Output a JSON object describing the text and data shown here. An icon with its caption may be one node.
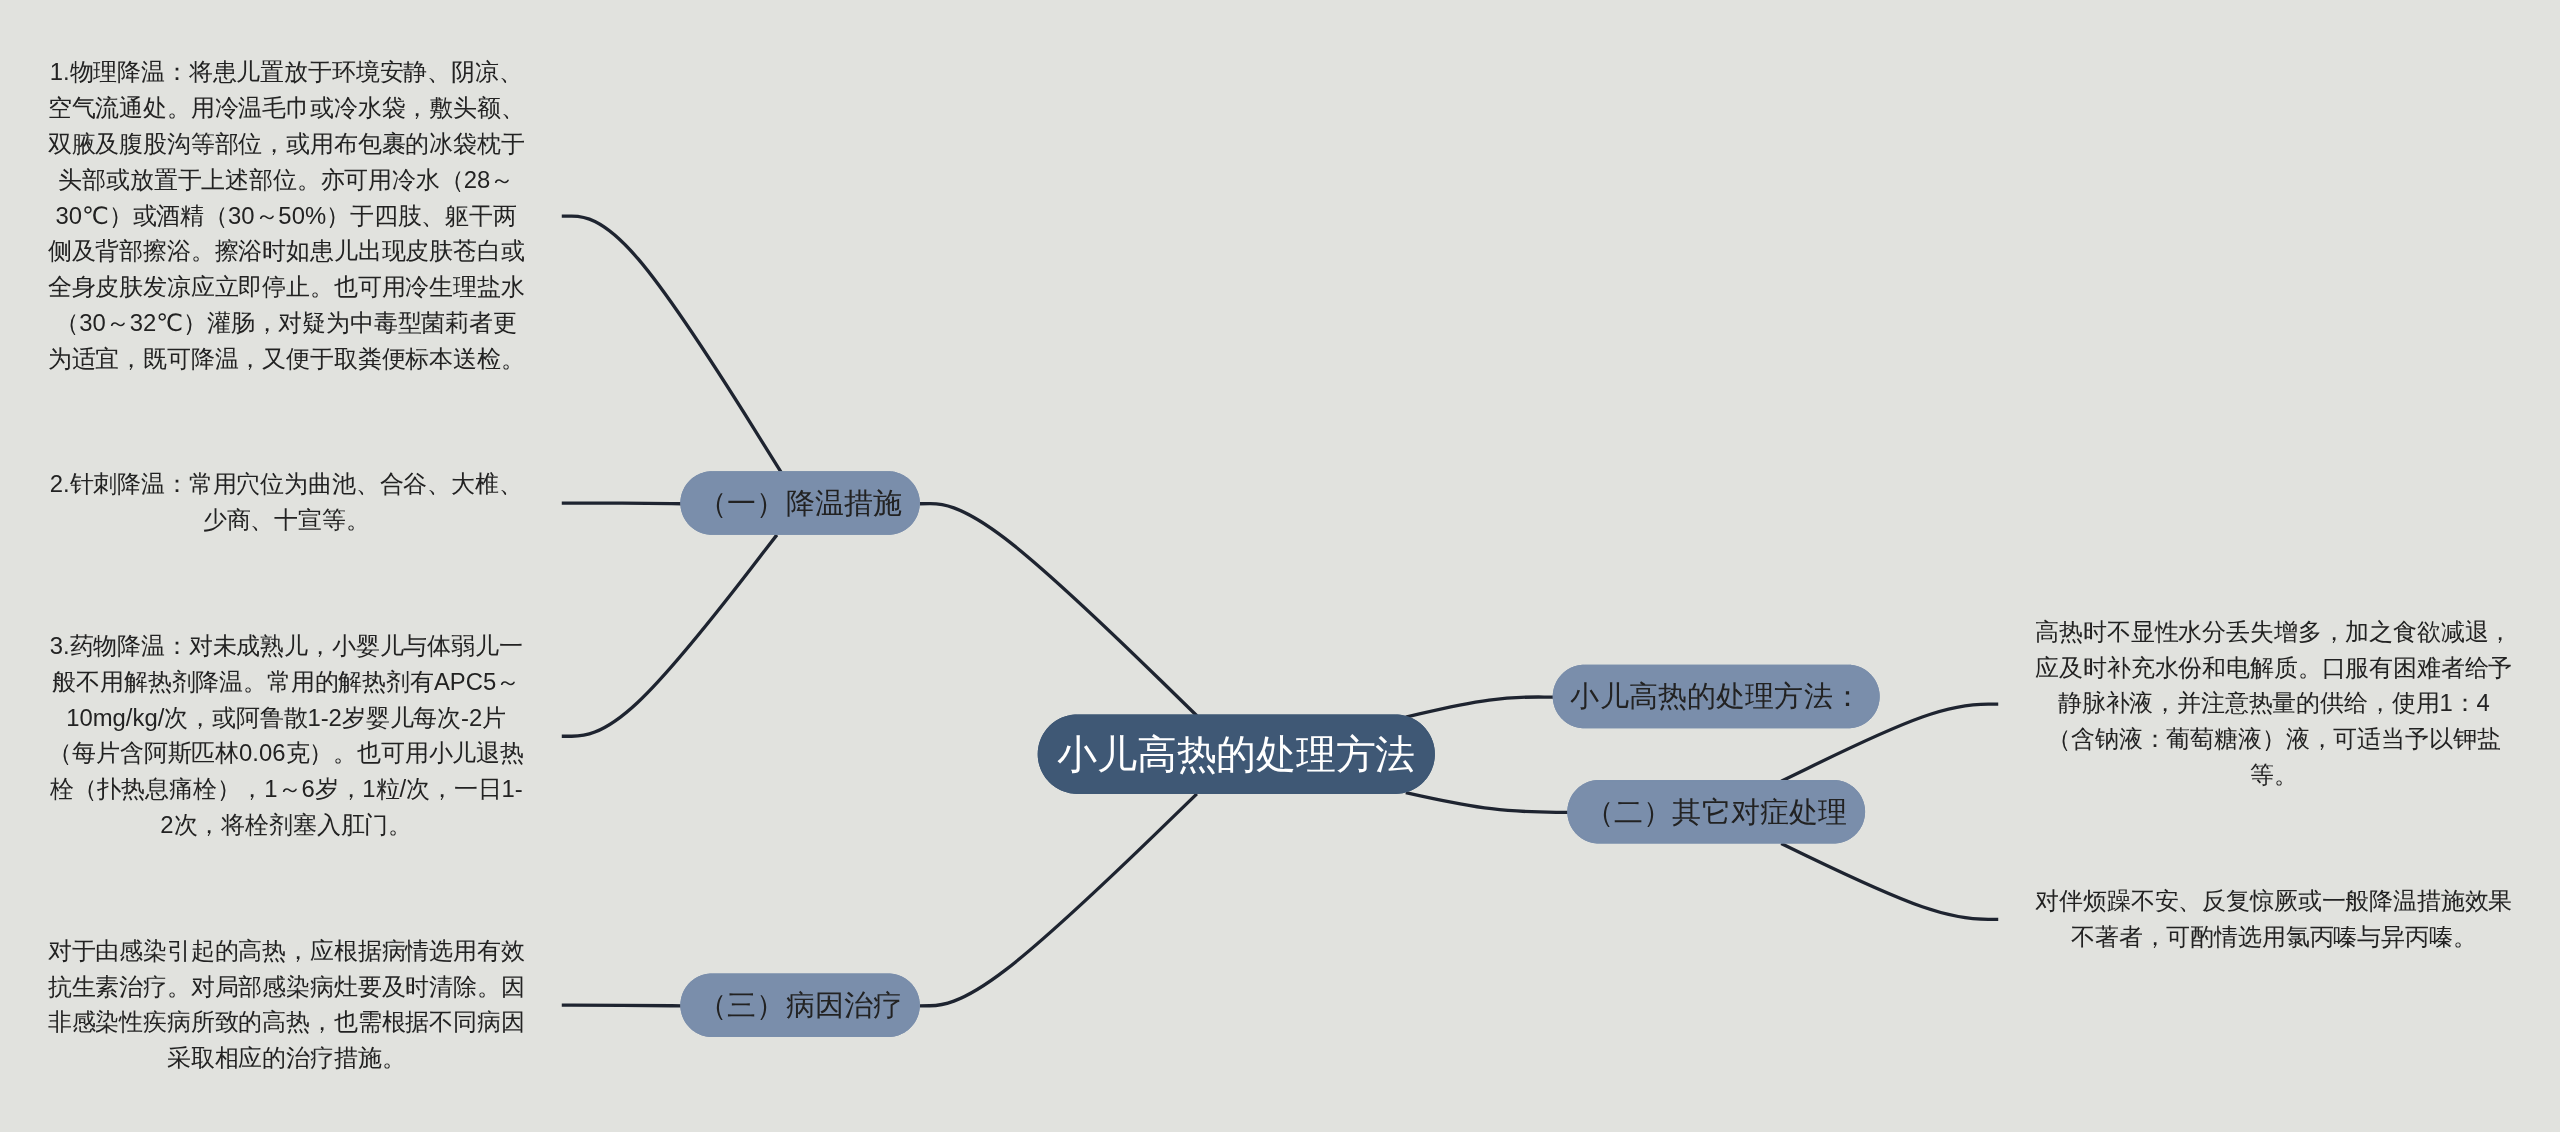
{
  "diagram": {
    "nodes": [
      {
        "text": [
          "小儿高热的处理方法"
        ]
      },
      {
        "text": [
          "（一）降温措施"
        ]
      },
      {
        "text": [
          "1.物理降温：将患儿置放于环境安静、阴凉、空气流通处。用冷温毛巾或冷水袋，敷头额、双腋及腹股沟等部位，或用布包裹的冰袋枕于头部或放置于上述部位。亦可用冷水（28～30℃）或酒精（30～50%）于四肢、躯干两侧及背部擦浴。擦浴时如患儿出现皮肤苍白或全身皮肤发凉应立即停止。也可用冷生理盐水（30～32℃）灌肠，对疑为中毒型菌莉者更为适宜，既可降温，又便于取粪便标本送检。"
        ]
      },
      {
        "text": [
          "2.针刺降温：常用穴位为曲池、合谷、大椎、少商、十宣等。"
        ]
      },
      {
        "text": [
          "3.药物降温：对未成熟儿，小婴儿与体弱儿一般不用解热剂降温。常用的解热剂有APC5～10mg/kg/次，或阿鲁散1-2岁婴儿每次-2片（每片含阿斯匹林0.06克）。也可用小儿退热栓（扑热息痛栓），1～6岁，1粒/次，一日1-2次，将栓剂塞入肛门。"
        ]
      },
      {
        "text": [
          "小儿高热的处理方法："
        ]
      },
      {
        "text": [
          "（二）其它对症处理"
        ]
      },
      {
        "text": [
          "高热时不显性水分丢失增多，加之食欲减退，应及时补充水份和电解质。口服有困难者给予静脉补液，并注意热量的供给，使用1：4（含钠液：葡萄糖液）液，可适当予以钾盐等。"
        ]
      },
      {
        "text": [
          "对伴烦躁不安、反复惊厥或一般降温措施效果不著者，可酌情选用氯丙嗪与异丙嗪。"
        ]
      },
      {
        "text": [
          "（三）病因治疗"
        ]
      },
      {
        "text": [
          "对于由感染引起的高热，应根据病情选用有效抗生素治疗。对局部感染病灶要及时清除。因非感染性疾病所致的高热，也需根据不同病因采取相应的治疗措施。"
        ]
      }
    ],
    "edges": [
      {
        "from": 0,
        "to": 1,
        "arrow": "none"
      },
      {
        "from": 1,
        "to": 2,
        "arrow": "none"
      },
      {
        "from": 1,
        "to": 3,
        "arrow": "none"
      },
      {
        "from": 1,
        "to": 4,
        "arrow": "none"
      },
      {
        "from": 0,
        "to": 5,
        "arrow": "none"
      },
      {
        "from": 0,
        "to": 6,
        "arrow": "none"
      },
      {
        "from": 6,
        "to": 7,
        "arrow": "none"
      },
      {
        "from": 6,
        "to": 8,
        "arrow": "none"
      },
      {
        "from": 0,
        "to": 9,
        "arrow": "none"
      },
      {
        "from": 9,
        "to": 10,
        "arrow": "none"
      }
    ]
  }
}
